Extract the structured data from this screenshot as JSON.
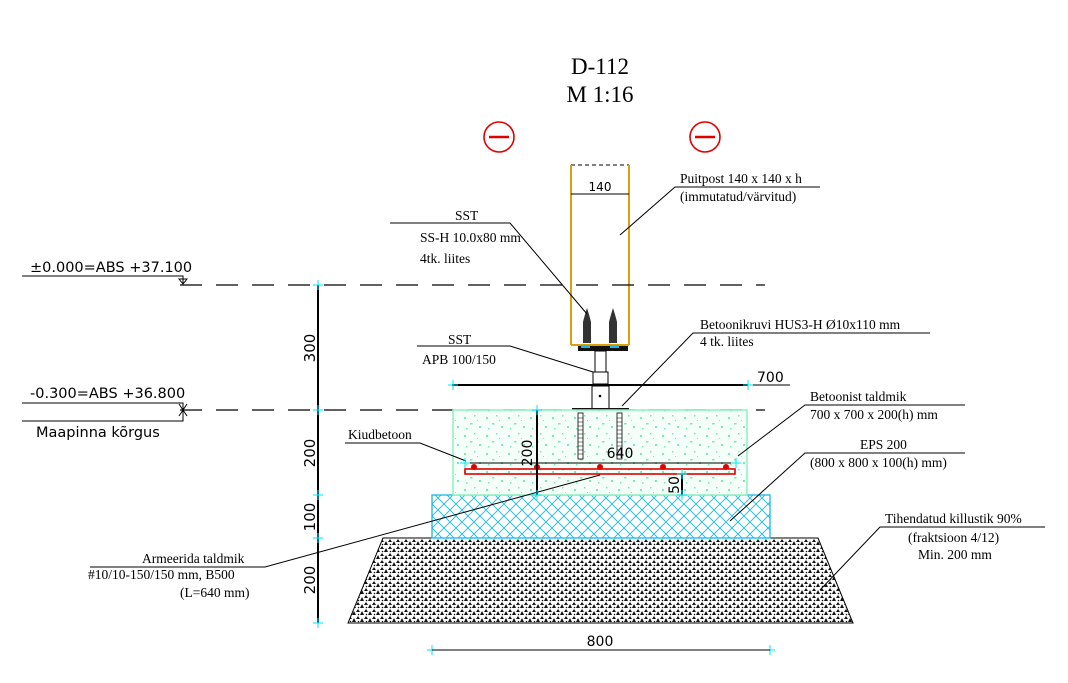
{
  "title": {
    "code": "D-112",
    "scale": "M 1:16"
  },
  "colors": {
    "post": "#d9a012",
    "concrete": "#8ff0c0",
    "eps": "#18b8e8",
    "rebar": "#e00000",
    "marker": "#e00000",
    "dim_tick": "#00e5ff"
  },
  "section_markers": [
    "minus-circle",
    "minus-circle"
  ],
  "post": {
    "label": "Puitpost 140 x 140 x h",
    "note": "(immutatud/värvitud)",
    "width_dim": "140"
  },
  "screws_top": {
    "brand": "SST",
    "spec": "SS-H 10.0x80 mm",
    "qty": "4tk. liites"
  },
  "post_base": {
    "brand": "SST",
    "spec": "APB 100/150"
  },
  "anchor": {
    "spec": "Betoonikruvi HUS3-H Ø10x110 mm",
    "qty": "4 tk. liites"
  },
  "levels": {
    "top": "±0.000=ABS +37.100",
    "ground": "-0.300=ABS +36.800",
    "ground_label": "Maapinna kõrgus"
  },
  "footing": {
    "label": "Betoonist taldmik",
    "size": "700 x 700 x 200(h) mm",
    "fiber": "Kiudbetoon"
  },
  "eps": {
    "label": "EPS 200",
    "size": "(800 x 800 x 100(h) mm)"
  },
  "gravel": {
    "label": "Tihendatud killustik 90%",
    "fraction": "(fraktsioon 4/12)",
    "min": "Min. 200 mm"
  },
  "rebar": {
    "label": "Armeerida taldmik",
    "spec": "#10/10-150/150 mm, B500",
    "length": "(L=640 mm)"
  },
  "dims": {
    "h300": "300",
    "h200": "200",
    "h100": "100",
    "h200b": "200",
    "w700": "700",
    "w640": "640",
    "footing_h": "200",
    "cover": "50",
    "w800": "800"
  }
}
